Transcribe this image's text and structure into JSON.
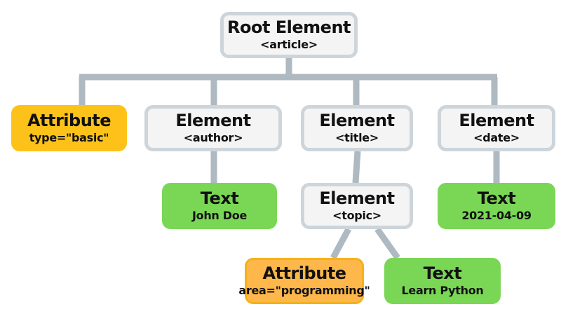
{
  "root": {
    "title": "Root Element",
    "sub": "<article>"
  },
  "nodes": {
    "attr_type": {
      "title": "Attribute",
      "sub": "type=\"basic\""
    },
    "el_author": {
      "title": "Element",
      "sub": "<author>"
    },
    "el_title": {
      "title": "Element",
      "sub": "<title>"
    },
    "el_date": {
      "title": "Element",
      "sub": "<date>"
    },
    "txt_author": {
      "title": "Text",
      "sub": "John Doe"
    },
    "el_topic": {
      "title": "Element",
      "sub": "<topic>"
    },
    "txt_date": {
      "title": "Text",
      "sub": "2021-04-09"
    },
    "attr_area": {
      "title": "Attribute",
      "sub": "area=\"programming\""
    },
    "txt_topic": {
      "title": "Text",
      "sub": "Learn Python"
    }
  },
  "colors": {
    "element_fill": "#f4f4f4",
    "element_border": "#cdd5db",
    "attribute_fill": "#fdc21a",
    "attribute_light_fill": "#fdb74a",
    "text_fill": "#7ad755",
    "connector": "#aeb9c1"
  }
}
